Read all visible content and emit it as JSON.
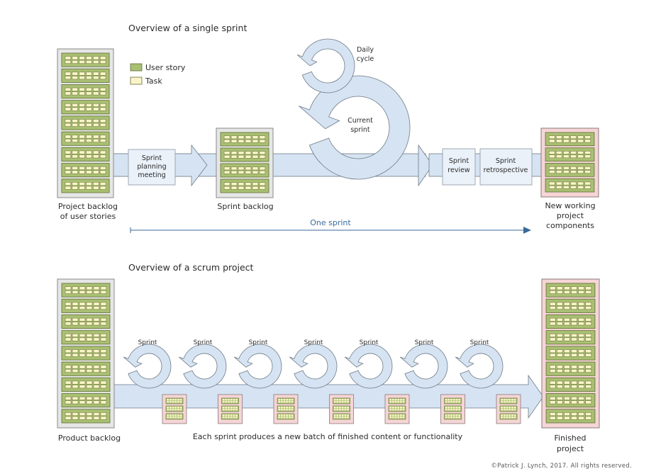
{
  "colors": {
    "flow_fill": "#d5e3f2",
    "flow_stroke": "#6f7a86",
    "backlog_bg": "#e6e6e6",
    "backlog_border": "#8a8a8a",
    "done_bg": "#f6d5d6",
    "done_border": "#8a7a7a",
    "story_fill": "#a9bf72",
    "story_stroke": "#5f6e35",
    "task_fill": "#fbf4c8",
    "box_fill": "#eaf1f9",
    "timeline": "#3a6a9a"
  },
  "single_sprint": {
    "title": "Overview of a single sprint",
    "legend": {
      "user_story": "User story",
      "task": "Task"
    },
    "project_backlog_label": [
      "Project backlog",
      "of user stories"
    ],
    "planning_box": [
      "Sprint",
      "planning",
      "meeting"
    ],
    "sprint_backlog_label": "Sprint backlog",
    "daily_cycle_label": [
      "Daily",
      "cycle"
    ],
    "current_sprint_label": [
      "Current",
      "sprint"
    ],
    "review_box": [
      "Sprint",
      "review"
    ],
    "retrospective_box": [
      "Sprint",
      "retrospective"
    ],
    "output_label": [
      "New working",
      "project",
      "components"
    ],
    "timeline_label": "One sprint",
    "project_backlog_rows": 9,
    "sprint_backlog_rows": 4,
    "output_rows": 4
  },
  "scrum_project": {
    "title": "Overview of a scrum project",
    "product_backlog_label": "Product backlog",
    "sprint_labels": [
      "Sprint",
      "Sprint",
      "Sprint",
      "Sprint",
      "Sprint",
      "Sprint",
      "Sprint"
    ],
    "batch_count": 7,
    "caption": "Each sprint produces a new batch of finished content or functionality",
    "finished_label": [
      "Finished",
      "project"
    ],
    "product_backlog_rows": 9,
    "finished_rows": 9
  },
  "copyright": "©Patrick J. Lynch, 2017. All rights reserved."
}
